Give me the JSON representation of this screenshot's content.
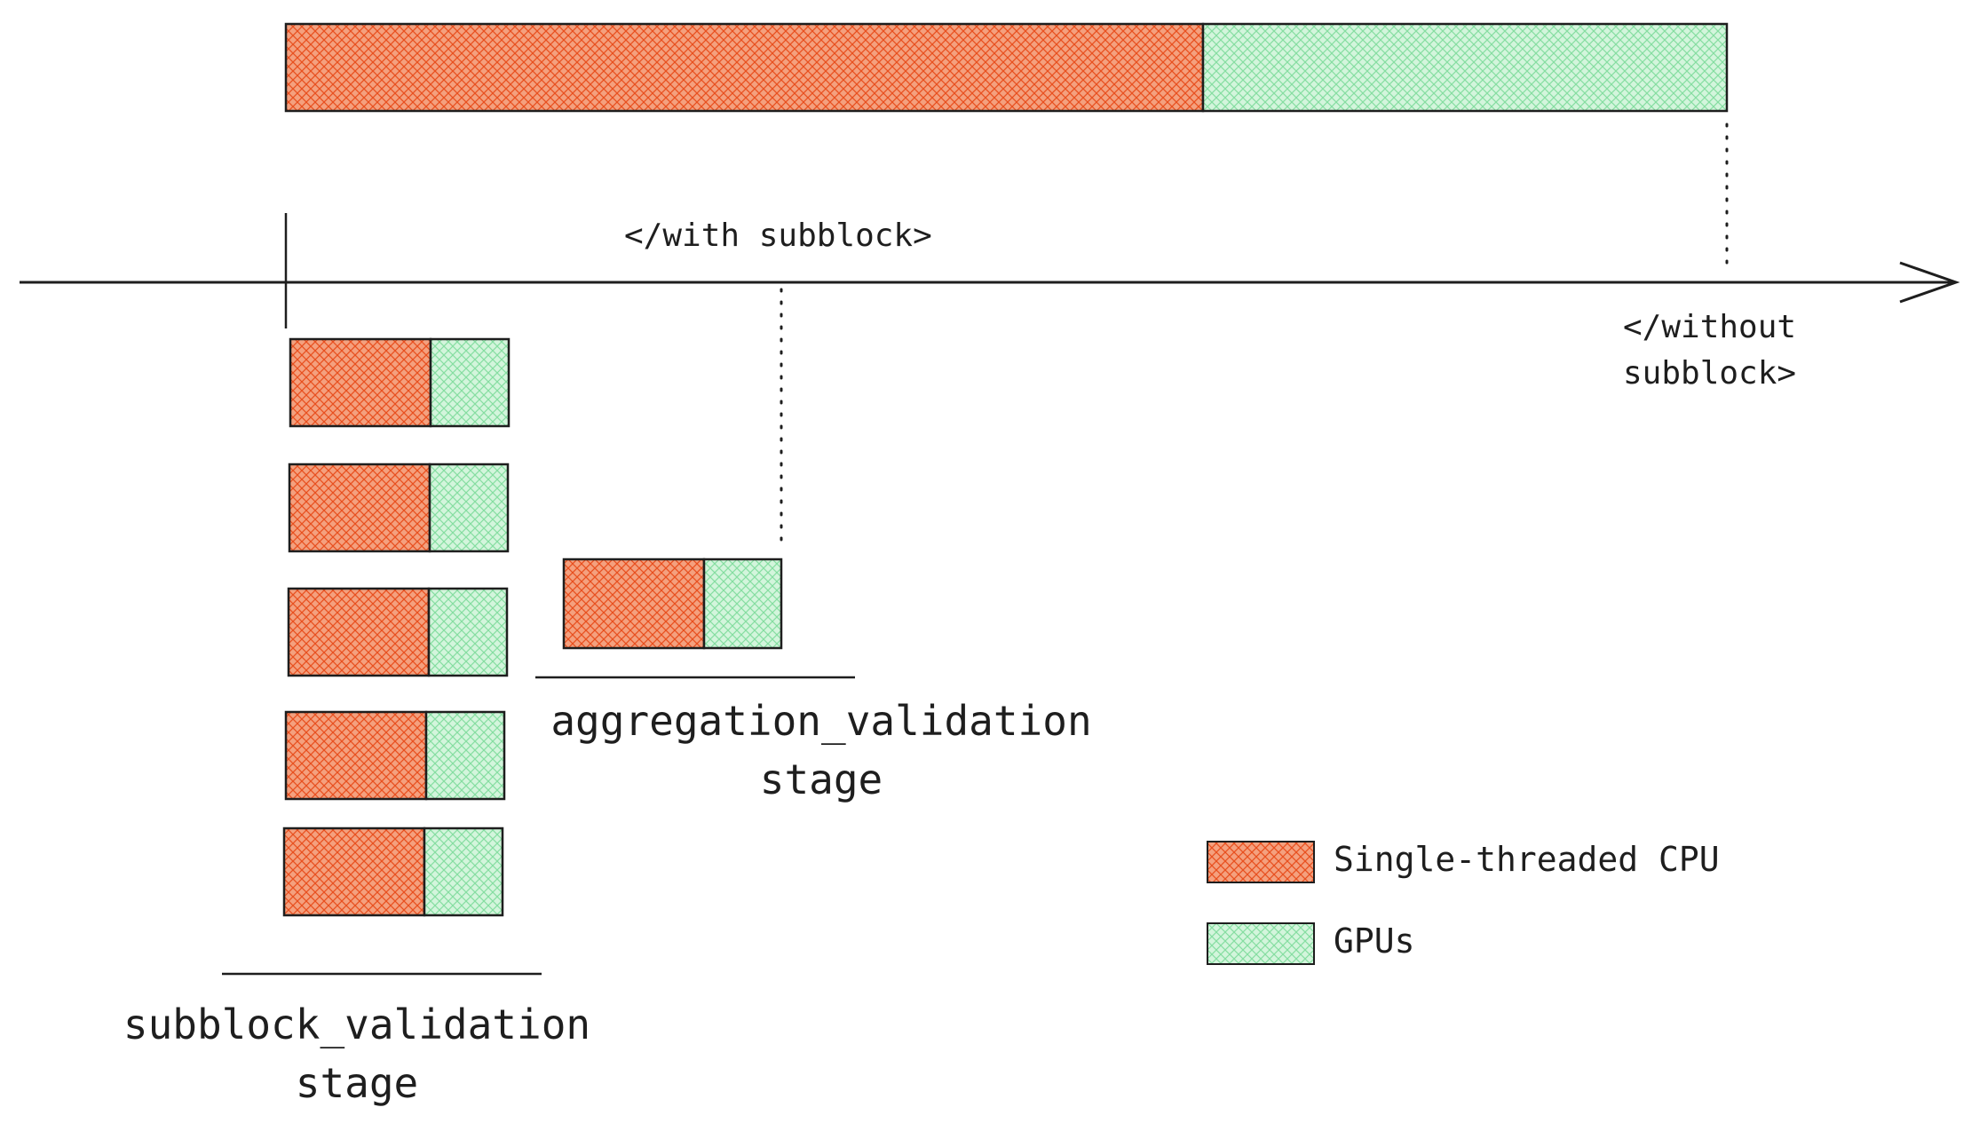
{
  "colors": {
    "cpu_fill": "#f4a07e",
    "cpu_hatch": "#e8501f",
    "gpu_fill": "#d3f5dc",
    "gpu_hatch": "#86dea1",
    "stroke": "#1e1e1e"
  },
  "markers": {
    "with_subblock": "</with subblock>",
    "without_subblock_line1": "</without",
    "without_subblock_line2": "subblock>"
  },
  "stages": {
    "subblock_validation_line1": "subblock_validation",
    "subblock_validation_line2": "stage",
    "aggregation_validation_line1": "aggregation_validation",
    "aggregation_validation_line2": "stage"
  },
  "legend": {
    "cpu": "Single-threaded CPU",
    "gpu": "GPUs"
  }
}
